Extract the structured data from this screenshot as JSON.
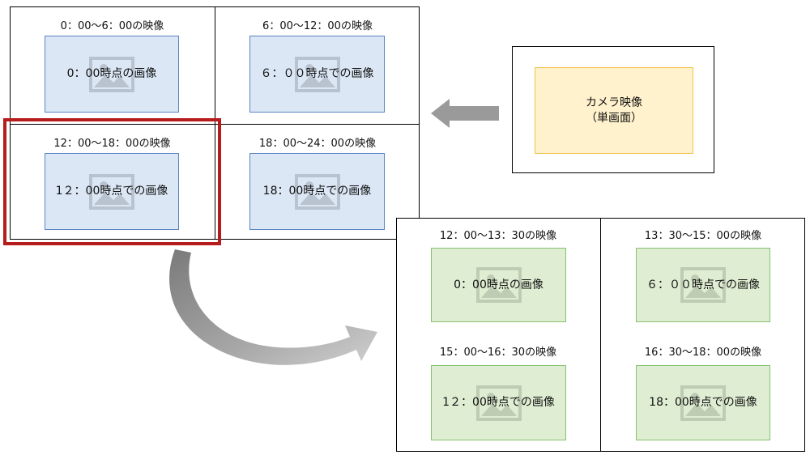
{
  "schedule_grid": {
    "cells": [
      {
        "period": "0：00〜6：00の映像",
        "image": "0：00時点の画像"
      },
      {
        "period": "6：00〜12：00の映像",
        "image": "６：００時点での画像"
      },
      {
        "period": "12：00〜18：00の映像",
        "image": "1２：00時点での画像"
      },
      {
        "period": "18：00〜24：00の映像",
        "image": "18：00時点での画像"
      }
    ]
  },
  "camera_box": {
    "line1": "カメラ映像",
    "line2": "（単画面）"
  },
  "detail_grid": {
    "cells": [
      {
        "period": "12：00〜13：30の映像",
        "image": "0：00時点の画像"
      },
      {
        "period": "13：30〜15：00の映像",
        "image": "６：００時点での画像"
      },
      {
        "period": "15：00〜16：30の映像",
        "image": "1２：00時点での画像"
      },
      {
        "period": "16：30〜18：00の映像",
        "image": "18：00時点での画像"
      }
    ]
  },
  "colors": {
    "blue_fill": "#dbe7f5",
    "green_fill": "#dfeed3",
    "yellow_fill": "#fff2cc",
    "highlight_red": "#b71c1c",
    "arrow_gray": "#9a9a9a"
  },
  "icons": {
    "thumbnail_watermark": "image-placeholder-icon",
    "flow_left": "arrow-left-icon",
    "flow_curve": "curved-arrow-icon"
  }
}
